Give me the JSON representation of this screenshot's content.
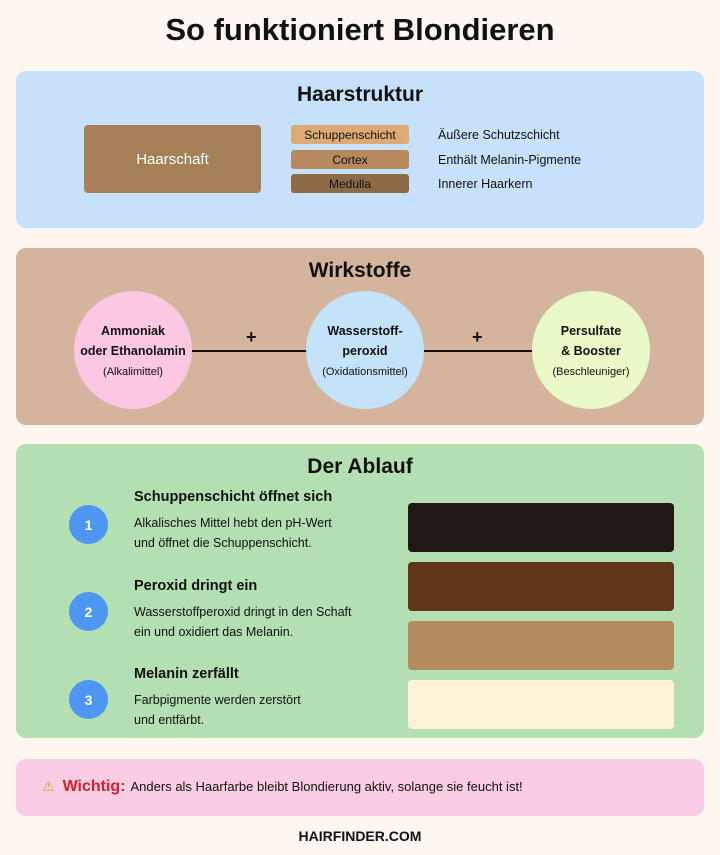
{
  "title": "So funktioniert Blondieren",
  "structure": {
    "title": "Haarstruktur",
    "shaft_label": "Haarschaft",
    "layers": [
      {
        "name": "Schuppenschicht",
        "desc": "Äußere Schutzschicht",
        "color": "#dcaa72"
      },
      {
        "name": "Cortex",
        "desc": "Enthält Melanin-Pigmente",
        "color": "#b68a5e"
      },
      {
        "name": "Medulla",
        "desc": "Innerer Haarkern",
        "color": "#8e6a46"
      }
    ]
  },
  "agents": {
    "title": "Wirkstoffe",
    "plus": "+",
    "items": [
      {
        "name_line1": "Ammoniak",
        "name_line2": "oder Ethanolamin",
        "sub": "(Alkalimittel)",
        "color": "#fbc7e2"
      },
      {
        "name_line1": "Wasserstoff-",
        "name_line2": "peroxid",
        "sub": "(Oxidationsmittel)",
        "color": "#c4e2f8"
      },
      {
        "name_line1": "Persulfate",
        "name_line2": "& Booster",
        "sub": "(Beschleuniger)",
        "color": "#e9f9c8"
      }
    ]
  },
  "process": {
    "title": "Der Ablauf",
    "steps": [
      {
        "num": "1",
        "title": "Schuppenschicht öffnet sich",
        "line1": "Alkalisches Mittel hebt den pH-Wert",
        "line2": "und öffnet die Schuppenschicht."
      },
      {
        "num": "2",
        "title": "Peroxid dringt ein",
        "line1": "Wasserstoffperoxid dringt in den Schaft",
        "line2": "ein und oxidiert das Melanin."
      },
      {
        "num": "3",
        "title": "Melanin zerfällt",
        "line1": "Farbpigmente werden zerstört",
        "line2": "und entfärbt."
      }
    ],
    "swatch_colors": [
      "#211717",
      "#5f3617",
      "#b38b5e",
      "#fef2d4"
    ]
  },
  "note": {
    "icon": "warning-icon",
    "label": "Wichtig:",
    "text": "Anders als Haarfarbe bleibt Blondierung aktiv, solange sie feucht ist!"
  },
  "footer": "HAIRFINDER.COM"
}
